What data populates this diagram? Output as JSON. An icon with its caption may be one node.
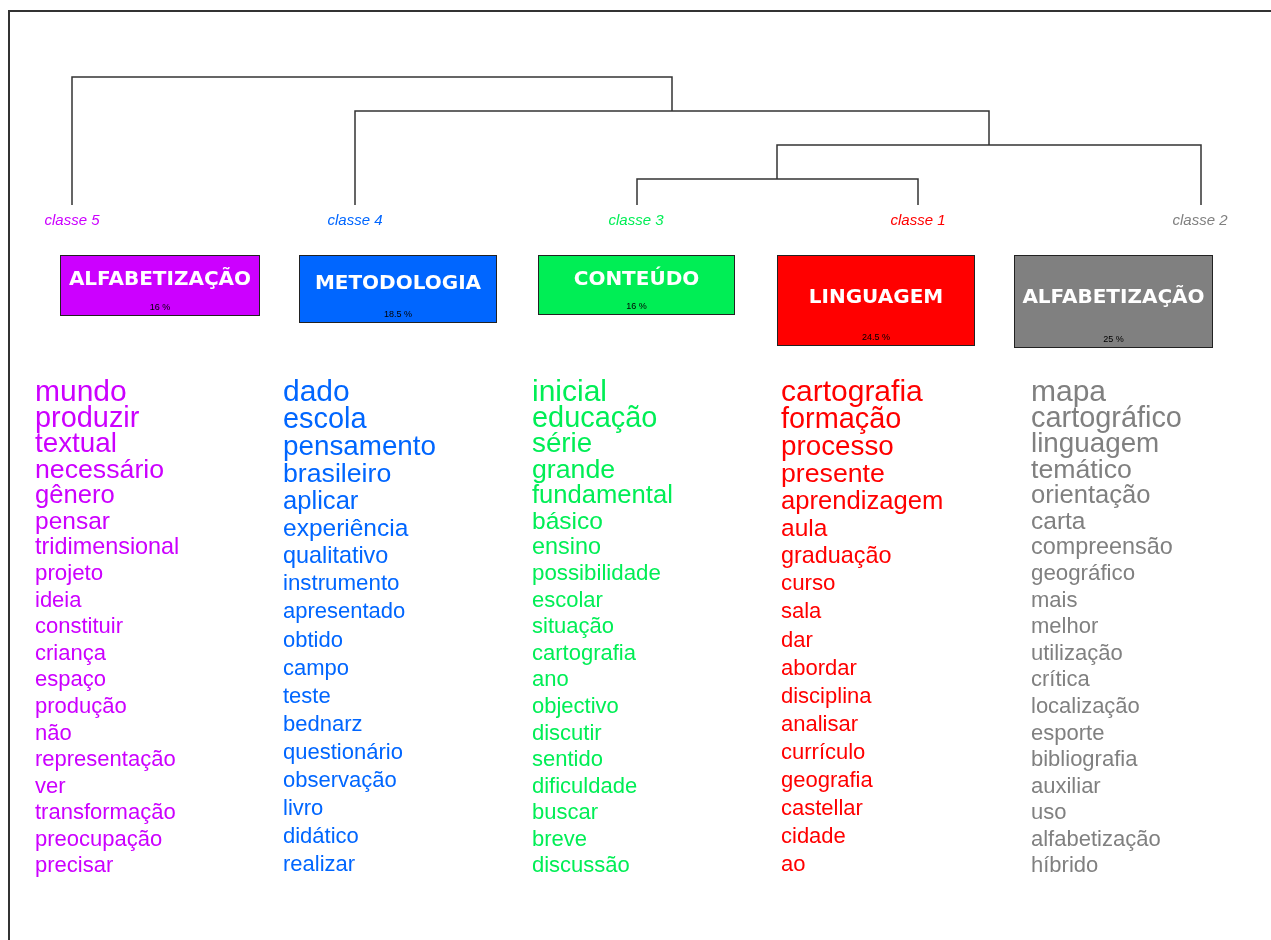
{
  "diagram": {
    "nodes": [
      {
        "text": [
          "ALFABETIZAÇÃO",
          "16 %"
        ]
      },
      {
        "text": [
          "METODOLOGIA",
          "18.5 %"
        ]
      },
      {
        "text": [
          "CONTEÚDO",
          "16 %"
        ]
      },
      {
        "text": [
          "LINGUAGEM",
          "24.5 %"
        ]
      },
      {
        "text": [
          "ALFABETIZAÇÃO",
          "25 %"
        ]
      }
    ],
    "labels": [
      "classe  5",
      "classe  4",
      "classe  3",
      "classe  1",
      "classe  2",
      "mundo",
      "produzir",
      "textual",
      "necessário",
      "gênero",
      "pensar",
      "tridimensional",
      "projeto",
      "ideia",
      "constituir",
      "criança",
      "espaço",
      "produção",
      "não",
      "representação",
      "ver",
      "transformação",
      "preocupação",
      "precisar",
      "dado",
      "escola",
      "pensamento",
      "brasileiro",
      "aplicar",
      "experiência",
      "qualitativo",
      "instrumento",
      "apresentado",
      "obtido",
      "campo",
      "teste",
      "bednarz",
      "questionário",
      "observação",
      "livro",
      "didático",
      "realizar",
      "inicial",
      "educação",
      "série",
      "grande",
      "fundamental",
      "básico",
      "ensino",
      "possibilidade",
      "escolar",
      "situação",
      "cartografia",
      "ano",
      "objectivo",
      "discutir",
      "sentido",
      "dificuldade",
      "buscar",
      "breve",
      "discussão",
      "cartografia",
      "formação",
      "processo",
      "presente",
      "aprendizagem",
      "aula",
      "graduação",
      "curso",
      "sala",
      "dar",
      "abordar",
      "disciplina",
      "analisar",
      "currículo",
      "geografia",
      "castellar",
      "cidade",
      "ao",
      "mapa",
      "cartográfico",
      "linguagem",
      "temático",
      "orientação",
      "carta",
      "compreensão",
      "geográfico",
      "mais",
      "melhor",
      "utilização",
      "crítica",
      "localização",
      "esporte",
      "bibliografia",
      "auxiliar",
      "uso",
      "alfabetização",
      "híbrido"
    ]
  }
}
